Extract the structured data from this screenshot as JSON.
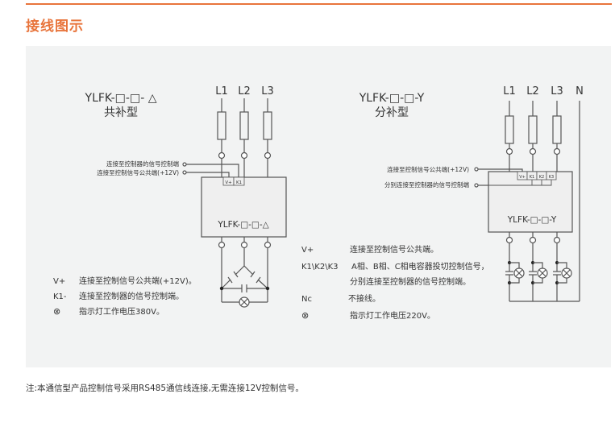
{
  "colors": {
    "accent": "#e8743b",
    "panel": "#f2f3f3",
    "line": "#555555"
  },
  "header": {
    "title": "接线图示"
  },
  "left_diagram": {
    "model": "YLFK-□-□- △",
    "type": "共补型",
    "phases": [
      "L1",
      "L2",
      "L3"
    ],
    "terminals": [
      "V+",
      "K1"
    ],
    "signal_label_1": "连接至控制器的信号控制端",
    "signal_label_2": "连接至控制信号公共端(+12V)",
    "box_label": "YLFK-□-□-△",
    "legend": [
      {
        "key": "V+",
        "desc": "连接至控制信号公共端(+12V)。"
      },
      {
        "key": "K1-",
        "desc": "连接至控制器的信号控制端。"
      },
      {
        "key": "⊗",
        "desc": "指示灯工作电压380V。"
      }
    ]
  },
  "right_diagram": {
    "model": "YLFK-□-□-Y",
    "type": "分补型",
    "phases": [
      "L1",
      "L2",
      "L3",
      "N"
    ],
    "terminals": [
      "V+",
      "K1",
      "K2",
      "K3"
    ],
    "signal_label_1": "连接至控制信号公共端(+12V)",
    "signal_label_2": "分别连接至控制器的信号控制端",
    "box_label": "YLFK-□-□-Y",
    "legend": [
      {
        "key": "V+",
        "desc": "连接至控制信号公共端。"
      },
      {
        "key": "K1\\K2\\K3",
        "desc": "A相、B相、C相电容器投切控制信号，"
      },
      {
        "key": "",
        "desc": "分别连接至控制器的信号控制端。"
      },
      {
        "key": "Nc",
        "desc": "不接线。"
      },
      {
        "key": "⊗",
        "desc": "指示灯工作电压220V。"
      }
    ]
  },
  "footer": {
    "note": "注:本通信型产品控制信号采用RS485通信线连接,无需连接12V控制信号。"
  }
}
